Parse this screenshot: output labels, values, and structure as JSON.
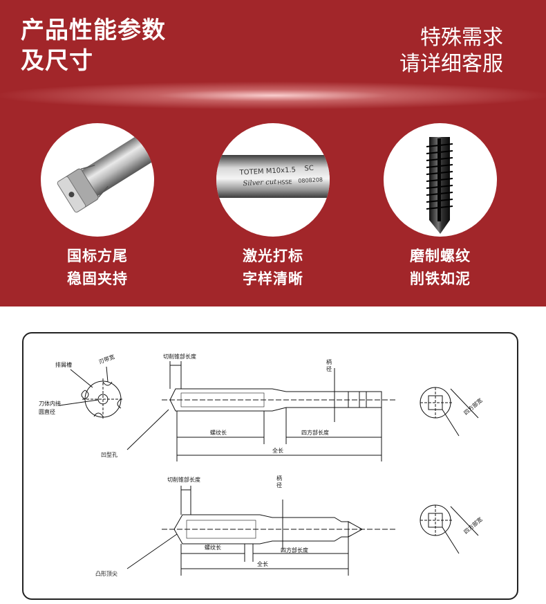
{
  "header": {
    "title_line1": "产品性能参数",
    "title_line2": "及尺寸",
    "service_line1": "特殊需求",
    "service_line2": "请详细客服"
  },
  "features": [
    {
      "icon": "square-tail-shank-photo",
      "line1": "国标方尾",
      "line2": "稳固夹持"
    },
    {
      "icon": "laser-marking-photo",
      "line1": "激光打标",
      "line2": "字样清晰",
      "engraving": [
        "TOTEM M10x1.5",
        "SC",
        "Silver cut",
        "HSSE",
        "0808208"
      ]
    },
    {
      "icon": "thread-closeup-photo",
      "line1": "磨制螺纹",
      "line2": "削铁如泥"
    }
  ],
  "diagram": {
    "cross_section": {
      "flute": "排屑槽",
      "land_width": "刃带宽",
      "core_line1": "刀体内接",
      "core_line2": "圆直径"
    },
    "tap1": {
      "chamfer_length": "切削锥部长度",
      "shank_dia_1": "柄",
      "shank_dia_2": "径",
      "thread_length": "螺纹长",
      "square_length": "四方部长度",
      "total_length": "全长",
      "center_type": "凹型孔"
    },
    "tap2": {
      "chamfer_length": "切削锥部长度",
      "shank_dia_1": "柄",
      "shank_dia_2": "径",
      "thread_length": "螺纹长",
      "square_length": "四方部长度",
      "total_length": "全长",
      "center_type": "凸形顶尖"
    },
    "square_width": "四方部宽"
  },
  "colors": {
    "banner": "#a2262a",
    "text": "#ffffff",
    "line": "#111111"
  }
}
